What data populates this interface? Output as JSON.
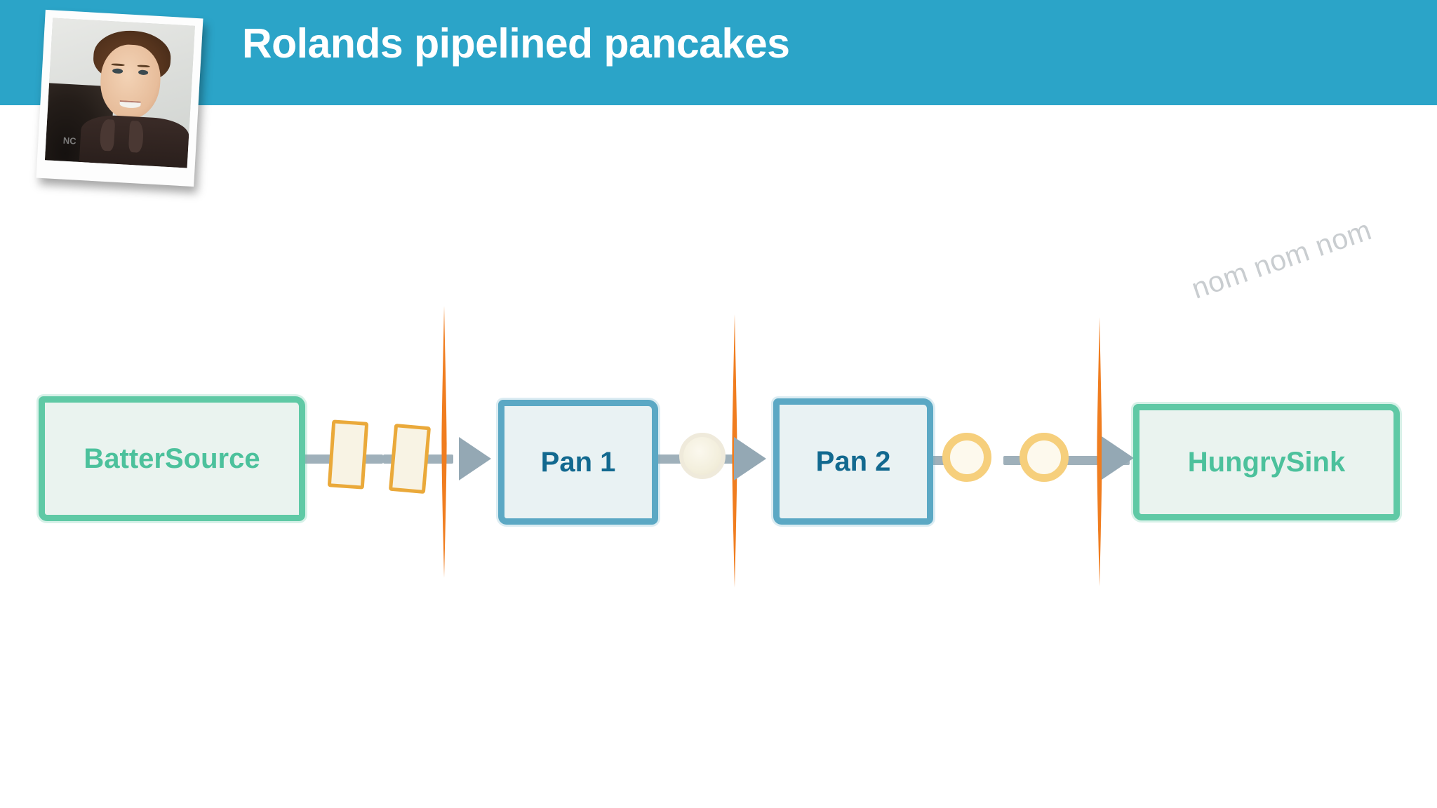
{
  "slide": {
    "title": "Rolands pipelined pancakes",
    "header_color": "#2ba4c8",
    "background_color": "#ffffff"
  },
  "speaker_photo": {
    "name": "speaker-headshot",
    "style": "polaroid",
    "logo_text": "NC"
  },
  "annotation": {
    "nom_text": "nom nom nom",
    "color": "#c9cdd0"
  },
  "palette": {
    "source_sink_border": "#5fc9a5",
    "source_sink_fill": "#eaf3ef",
    "source_sink_text": "#4cc19c",
    "pan_border": "#5ba8c4",
    "pan_fill": "#e9f2f3",
    "pan_text": "#12698f",
    "barrier_orange": "#f07d1f",
    "rail_gray": "#9fb0ba",
    "arrow_gray": "#94a8b4",
    "batter_border": "#eaa93a",
    "batter_fill": "#f8f3e4",
    "pancake_cooked_ring": "#f6cf7c",
    "pancake_raw_fill": "#f3efdd"
  },
  "pipeline": {
    "stages": [
      {
        "id": "batter-source",
        "label": "BatterSource",
        "kind": "source"
      },
      {
        "id": "pan-1",
        "label": "Pan 1",
        "kind": "operator"
      },
      {
        "id": "pan-2",
        "label": "Pan 2",
        "kind": "operator"
      },
      {
        "id": "hungry-sink",
        "label": "HungrySink",
        "kind": "sink"
      }
    ],
    "barriers": [
      {
        "id": "barrier-1",
        "after": "batter-source"
      },
      {
        "id": "barrier-2",
        "after": "pan-1"
      },
      {
        "id": "barrier-3",
        "after": "pan-2"
      }
    ],
    "items": [
      {
        "id": "batter-1",
        "type": "batter-sheet",
        "between": "batter-source -> pan-1"
      },
      {
        "id": "batter-2",
        "type": "batter-sheet",
        "between": "batter-source -> pan-1"
      },
      {
        "id": "pancake-1",
        "type": "pancake-raw",
        "between": "pan-1 -> pan-2"
      },
      {
        "id": "pancake-2",
        "type": "pancake-cooked",
        "between": "pan-2 -> hungry-sink"
      },
      {
        "id": "pancake-3",
        "type": "pancake-cooked",
        "between": "pan-2 -> hungry-sink"
      }
    ]
  }
}
